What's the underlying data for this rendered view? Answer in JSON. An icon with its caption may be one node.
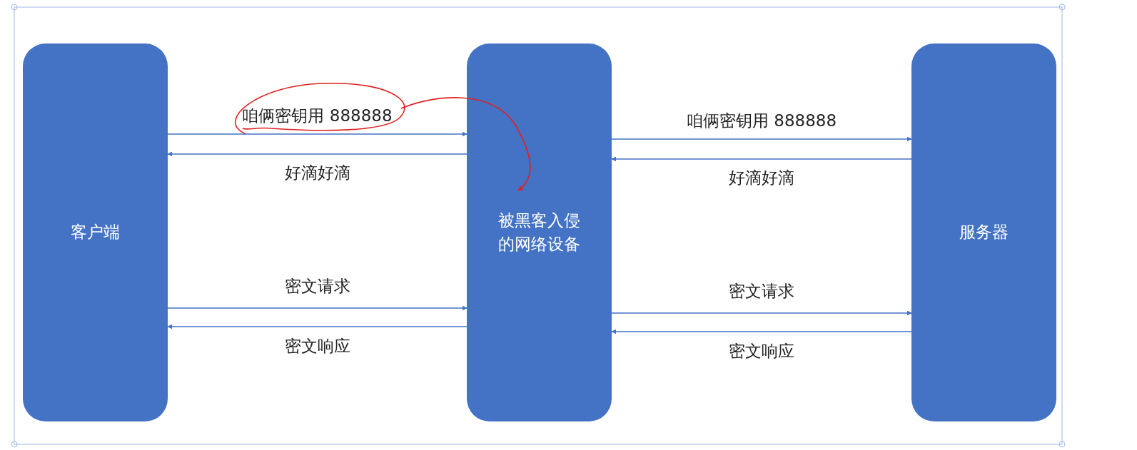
{
  "diagram": {
    "nodes": [
      {
        "text": [
          "客户端"
        ]
      },
      {
        "text": [
          "被黑客入侵的网络设备"
        ]
      },
      {
        "text": [
          "服务器"
        ]
      }
    ],
    "edges": [
      {
        "from": 0,
        "to": 1,
        "arrow": "to",
        "label": "咱俩密钥用 888888"
      },
      {
        "from": 1,
        "to": 0,
        "arrow": "to",
        "label": "好滴好滴"
      },
      {
        "from": 1,
        "to": 2,
        "arrow": "to",
        "label": "咱俩密钥用 888888"
      },
      {
        "from": 2,
        "to": 1,
        "arrow": "to",
        "label": "好滴好滴"
      },
      {
        "from": 0,
        "to": 1,
        "arrow": "to",
        "label": "密文请求"
      },
      {
        "from": 1,
        "to": 0,
        "arrow": "to",
        "label": "密文响应"
      },
      {
        "from": 1,
        "to": 2,
        "arrow": "to",
        "label": "密文请求"
      },
      {
        "from": 2,
        "to": 1,
        "arrow": "to",
        "label": "密文响应"
      },
      {
        "from": null,
        "to": 1,
        "arrow": "to",
        "color": "#e02020"
      }
    ]
  }
}
